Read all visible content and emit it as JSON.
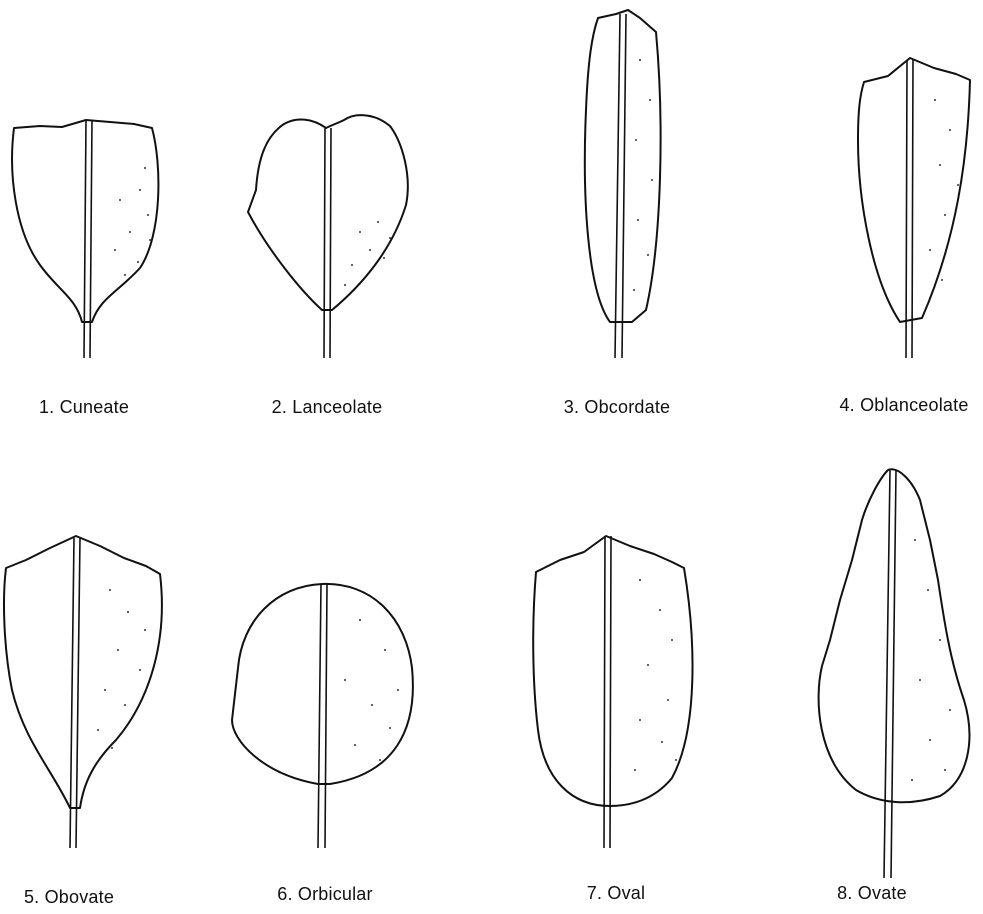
{
  "leaves": [
    {
      "id": "cuneate",
      "label": "1. Cuneate"
    },
    {
      "id": "lanceolate",
      "label": "2. Lanceolate"
    },
    {
      "id": "obcordate",
      "label": "3. Obcordate"
    },
    {
      "id": "oblanceolate",
      "label": "4. Oblanceolate"
    },
    {
      "id": "obovate",
      "label": "5. Obovate"
    },
    {
      "id": "orbicular",
      "label": "6. Orbicular"
    },
    {
      "id": "oval",
      "label": "7. Oval"
    },
    {
      "id": "ovate",
      "label": "8. Ovate"
    }
  ]
}
